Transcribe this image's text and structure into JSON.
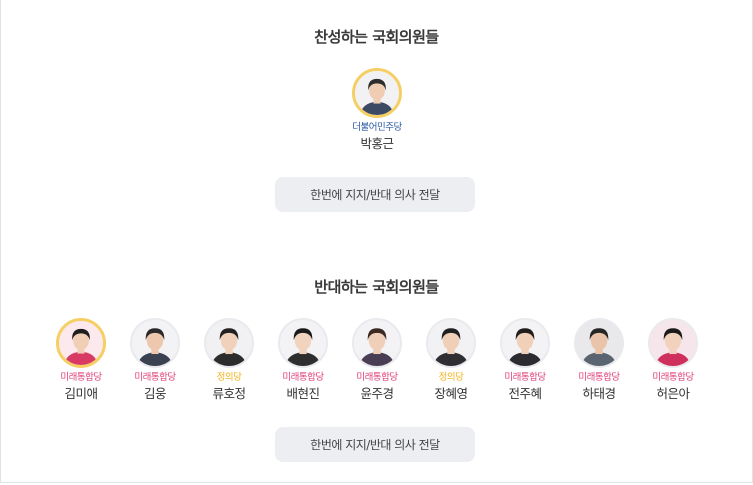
{
  "support": {
    "title": "찬성하는 국회의원들",
    "members": [
      {
        "party": "더불어민주당",
        "name": "박홍근",
        "party_color": "#2b5aa3",
        "selected": true,
        "hair": "#2d2d2d",
        "skin": "#efcdb2",
        "shirt": "#3c4a63",
        "bg": "#f2f2f4"
      }
    ],
    "button_label": "한번에 지지/반대 의사 전달"
  },
  "oppose": {
    "title": "반대하는 국회의원들",
    "members": [
      {
        "party": "미래통합당",
        "name": "김미애",
        "party_color": "#e0427c",
        "selected": true,
        "hair": "#1e1e1e",
        "skin": "#f1cfb6",
        "shirt": "#d93a63",
        "bg": "#fbe9ee"
      },
      {
        "party": "미래통합당",
        "name": "김웅",
        "party_color": "#e0427c",
        "selected": false,
        "hair": "#2a2a2a",
        "skin": "#edc8ae",
        "shirt": "#3a4150",
        "bg": "#f3f3f5"
      },
      {
        "party": "정의당",
        "name": "류호정",
        "party_color": "#f2b21d",
        "selected": false,
        "hair": "#222222",
        "skin": "#f0d2bc",
        "shirt": "#2c2c2c",
        "bg": "#f1f1f3"
      },
      {
        "party": "미래통합당",
        "name": "배현진",
        "party_color": "#e0427c",
        "selected": false,
        "hair": "#1b1b1b",
        "skin": "#f2d3bd",
        "shirt": "#2e2e2e",
        "bg": "#f3f3f5"
      },
      {
        "party": "미래통합당",
        "name": "윤주경",
        "party_color": "#e0427c",
        "selected": false,
        "hair": "#3a2a22",
        "skin": "#f0cfb8",
        "shirt": "#4a3e54",
        "bg": "#f3f3f5"
      },
      {
        "party": "정의당",
        "name": "장혜영",
        "party_color": "#f2b21d",
        "selected": false,
        "hair": "#1f1f1f",
        "skin": "#efcfb8",
        "shirt": "#2f2f33",
        "bg": "#f2f2f4"
      },
      {
        "party": "미래통합당",
        "name": "전주혜",
        "party_color": "#e0427c",
        "selected": false,
        "hair": "#221c1a",
        "skin": "#f1d0ba",
        "shirt": "#2b2b30",
        "bg": "#f3f3f5"
      },
      {
        "party": "미래통합당",
        "name": "하태경",
        "party_color": "#e0427c",
        "selected": false,
        "hair": "#262626",
        "skin": "#e9c4a8",
        "shirt": "#5a6470",
        "bg": "#e9e9ec"
      },
      {
        "party": "미래통합당",
        "name": "허은아",
        "party_color": "#e0427c",
        "selected": false,
        "hair": "#1d1a1a",
        "skin": "#f2d2bd",
        "shirt": "#cf2f5c",
        "bg": "#f6e6ec"
      }
    ],
    "button_label": "한번에 지지/반대 의사 전달"
  }
}
